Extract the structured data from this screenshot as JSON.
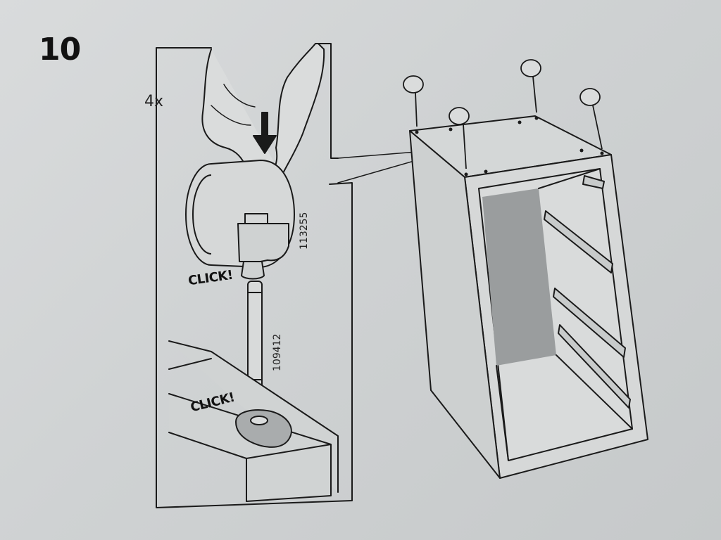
{
  "instruction": {
    "step_number": "10",
    "quantity": "4x",
    "click_labels": [
      "CLICK!",
      "CLICK!"
    ],
    "part_numbers": [
      "113255",
      "109412"
    ]
  },
  "colors": {
    "paper": "#d3d6d7",
    "ink": "#1a1a1a",
    "back_panel": "#9a9d9e"
  }
}
